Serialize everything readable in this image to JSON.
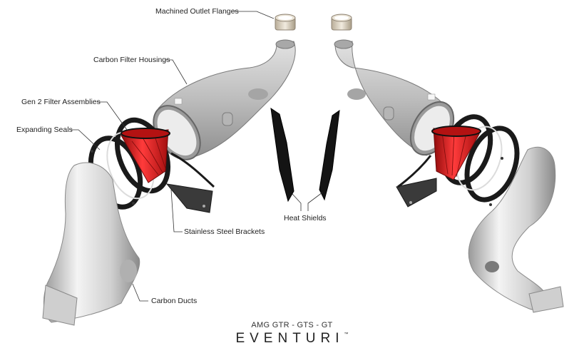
{
  "labels": {
    "outlet_flanges": "Machined Outlet Flanges",
    "filter_housings": "Carbon Filter Housings",
    "filter_assemblies": "Gen 2 Filter Assemblies",
    "expanding_seals": "Expanding Seals",
    "steel_brackets": "Stainless Steel Brackets",
    "heat_shields": "Heat Shields",
    "carbon_ducts": "Carbon Ducts"
  },
  "footer": {
    "model": "AMG GTR - GTS - GT",
    "brand": "EVENTURI",
    "trademark": "™"
  },
  "colors": {
    "filter_red": "#d81c1c",
    "carbon_grey": "#c8c8c8",
    "gasket_black": "#1a1a1a",
    "bracket_dark": "#3a3a3a",
    "leader_line": "#333333"
  }
}
